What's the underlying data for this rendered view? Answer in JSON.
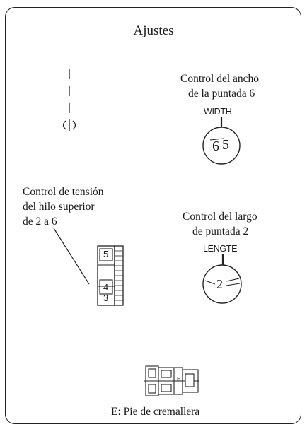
{
  "page": {
    "title": "Ajustes",
    "stitch_width": {
      "caption_line1": "Control del ancho",
      "caption_line2": "de la puntada 6",
      "dial_label": "WIDTH",
      "dial_value": "6",
      "dial_value_next": "5"
    },
    "thread_tension": {
      "caption_line1": "Control de tensión",
      "caption_line2": "del hilo superior",
      "caption_line3": "de 2 a 6",
      "scale_numbers": [
        "5",
        "4",
        "3"
      ]
    },
    "stitch_length": {
      "caption_line1": "Control del largo",
      "caption_line2": "de puntada 2",
      "dial_label": "LENGTE",
      "dial_value": "2"
    },
    "presser_foot": {
      "caption": "E: Pie de cremallera",
      "foot_letter": "E"
    }
  }
}
